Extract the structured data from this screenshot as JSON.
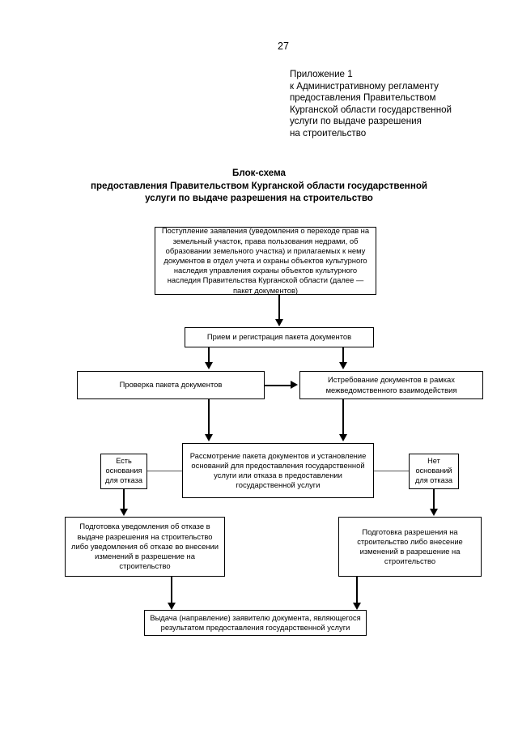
{
  "page": {
    "number": "27"
  },
  "appendix": {
    "lines": [
      "Приложение 1",
      "к Административному регламенту",
      "предоставления Правительством",
      "Курганской области государственной",
      "услуги по выдаче разрешения",
      "на строительство"
    ]
  },
  "title": {
    "line1": "Блок-схема",
    "line2": "предоставления Правительством Курганской области государственной",
    "line3": "услуги по выдаче разрешения на строительство"
  },
  "flowchart": {
    "type": "flowchart",
    "nodes": [
      {
        "id": "n1",
        "label": "Поступление заявления (уведомления о переходе прав на земельный участок, права пользования недрами, об образовании земельного участка) и прилагаемых к нему документов в отдел учета и охраны объектов культурного наследия управления охраны объектов культурного наследия Правительства Курганской области (далее — пакет документов)"
      },
      {
        "id": "n2",
        "label": "Прием и регистрация пакета документов"
      },
      {
        "id": "n3",
        "label": "Проверка пакета документов"
      },
      {
        "id": "n4",
        "label": "Истребование документов в рамках межведомственного взаимодействия"
      },
      {
        "id": "n5",
        "label": "Рассмотрение пакета документов и установление оснований для предоставления государственной услуги или отказа в предоставлении государственной услуги"
      },
      {
        "id": "n6",
        "label": "Есть основания для отказа"
      },
      {
        "id": "n7",
        "label": "Нет оснований для отказа"
      },
      {
        "id": "n8",
        "label": "Подготовка уведомления об отказе в выдаче разрешения на строительство либо уведомления об отказе во внесении изменений в разрешение на строительство"
      },
      {
        "id": "n9",
        "label": "Подготовка разрешения на строительство либо внесение изменений в разрешение на строительство"
      },
      {
        "id": "n10",
        "label": "Выдача (направление) заявителю документа, являющегося результатом предоставления государственной услуги"
      }
    ],
    "edges": [
      {
        "from": "n1",
        "to": "n2"
      },
      {
        "from": "n2",
        "to": "n3"
      },
      {
        "from": "n2",
        "to": "n4"
      },
      {
        "from": "n3",
        "to": "n4"
      },
      {
        "from": "n3",
        "to": "n5"
      },
      {
        "from": "n4",
        "to": "n5"
      },
      {
        "from": "n5",
        "to": "n6"
      },
      {
        "from": "n5",
        "to": "n7"
      },
      {
        "from": "n6",
        "to": "n8"
      },
      {
        "from": "n7",
        "to": "n9"
      },
      {
        "from": "n8",
        "to": "n10"
      },
      {
        "from": "n9",
        "to": "n10"
      }
    ]
  }
}
